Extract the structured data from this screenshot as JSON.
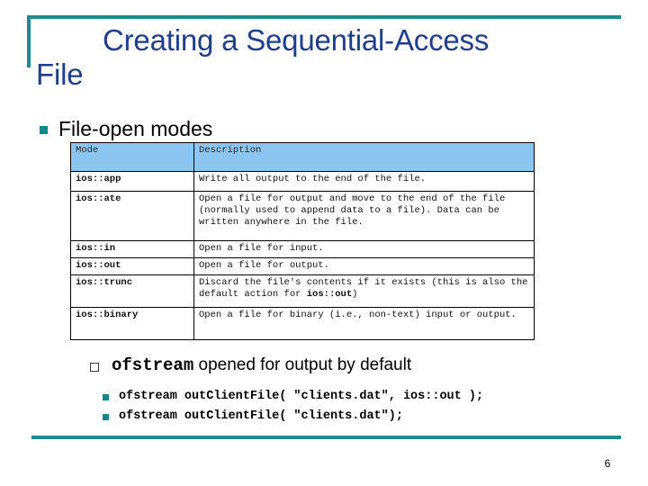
{
  "slide": {
    "title_line1": "Creating a Sequential-Access",
    "title_line2": "File",
    "page_number": "6",
    "accent_color": "#1F8A8C",
    "title_color": "#1F3E8C",
    "table_header_color": "#8CC5F0"
  },
  "bullets": {
    "level1": "File-open modes",
    "level2_mono": "ofstream",
    "level2_rest": " opened for output by default"
  },
  "table": {
    "headers": [
      "Mode",
      "Description"
    ],
    "rows": [
      {
        "mode": "ios::app",
        "description": "Write all output to the end of the file."
      },
      {
        "mode": "ios::ate",
        "description": "Open a file for output and move to the end of the file (normally used to append data to a file). Data can be written anywhere in the file."
      },
      {
        "mode": "ios::in",
        "description": "Open a file for input."
      },
      {
        "mode": "ios::out",
        "description": "Open a file for output."
      },
      {
        "mode": "ios::trunc",
        "description_pre": "Discard the file's contents if it exists (this is also the default action for ",
        "description_bold": "ios::out",
        "description_post": ")"
      },
      {
        "mode": "ios::binary",
        "description": "Open a file for binary (i.e., non-text) input or output."
      }
    ]
  },
  "code_examples": [
    "ofstream outClientFile( \"clients.dat\", ios::out );",
    "ofstream outClientFile( \"clients.dat\");"
  ]
}
